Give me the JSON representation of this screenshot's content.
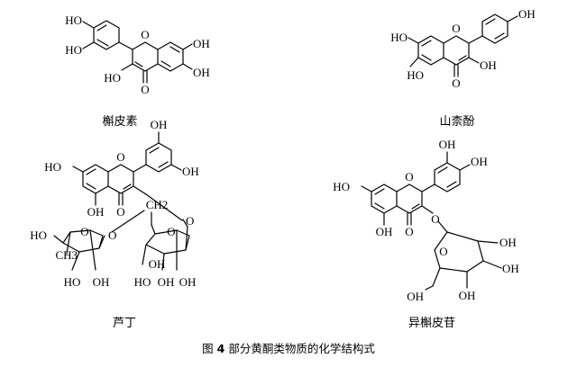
{
  "structures": {
    "quercetin": {
      "name": "槲皮素",
      "oh_3p": "HO",
      "oh_4p": "HO",
      "oh_3": "HO",
      "oh_5": "OH",
      "oh_7": "OH",
      "ring_o": "O",
      "keto": "O"
    },
    "kaempferol": {
      "name": "山柰酚",
      "oh_4p": "OH",
      "oh_7": "HO",
      "oh_5": "HO",
      "oh_3": "OH",
      "ring_o": "O",
      "keto": "O"
    },
    "rutin": {
      "name": "芦丁",
      "oh_7": "HO",
      "oh_3p": "OH",
      "oh_4p": "OH",
      "oh_5": "OH",
      "ring_o": "O",
      "keto": "O",
      "link_o": "O",
      "rha_o": "O",
      "rha_ring_o": "O",
      "rha_ch3": "CH3",
      "rha_oh_a": "HO",
      "rha_oh_b": "HO",
      "rha_oh_c": "OH",
      "glc_ch2": "CH2",
      "glc_ring_o": "O",
      "glc_oh_a": "OH",
      "glc_oh_b": "HO",
      "glc_oh_c": "OH",
      "glc_oh_d": "OH"
    },
    "isoquercitrin": {
      "name": "异槲皮苷",
      "oh_7": "HO",
      "oh_3p": "OH",
      "oh_4p": "OH",
      "oh_5": "OH",
      "ring_o": "O",
      "keto": "O",
      "link_o": "O",
      "glc_ring_o": "O",
      "glc_oh_a": "OH",
      "glc_oh_b": "OH",
      "glc_oh_c": "OH",
      "glc_oh_d": "OH"
    }
  },
  "caption": {
    "prefix": "图",
    "number": "4",
    "text": "部分黄酮类物质的化学结构式"
  }
}
